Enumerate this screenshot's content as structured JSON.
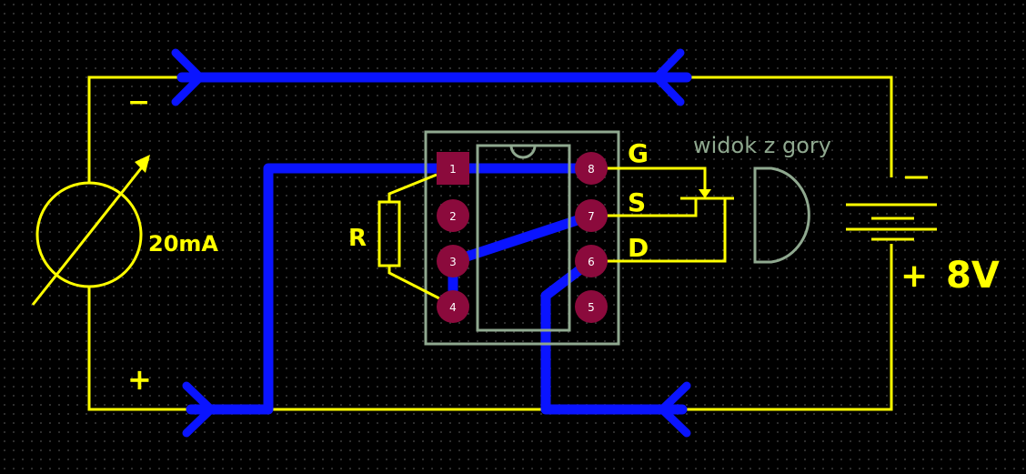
{
  "colors": {
    "background": "#000000",
    "wire_yellow": "#ffff00",
    "trace_blue": "#0a14ff",
    "pad_maroon": "#8b0a3c",
    "outline_green": "#8fa88f"
  },
  "meter": {
    "label": "20mA",
    "minus": "−",
    "plus": "+"
  },
  "battery": {
    "voltage": "8V",
    "minus": "−",
    "plus": "+"
  },
  "resistor": {
    "label": "R"
  },
  "ic": {
    "pins": [
      "1",
      "2",
      "3",
      "4",
      "5",
      "6",
      "7",
      "8"
    ]
  },
  "transistor": {
    "gate": "G",
    "source": "S",
    "drain": "D",
    "view_note": "widok z gory"
  }
}
